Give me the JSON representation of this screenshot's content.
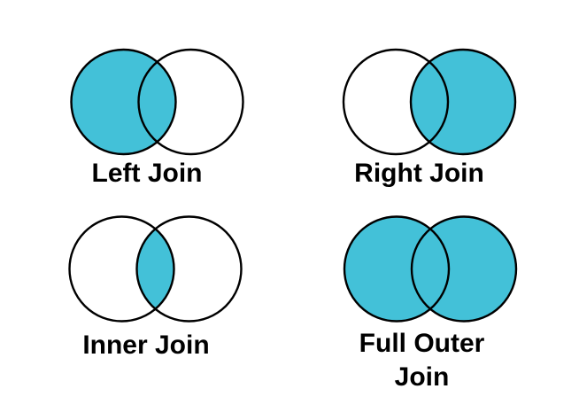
{
  "figure": {
    "background": "#ffffff",
    "text_color": "#000000"
  },
  "colors": {
    "highlight_fill": "#43C1D8",
    "empty_fill": "#ffffff",
    "circle_stroke": "#000000"
  },
  "diagrams": [
    {
      "id": "left-join",
      "label": "Left Join",
      "lines": [
        "Left Join"
      ],
      "regions": {
        "left_circle": true,
        "right_circle": false,
        "intersection": true
      }
    },
    {
      "id": "right-join",
      "label": "Right Join",
      "lines": [
        "Right Join"
      ],
      "regions": {
        "left_circle": false,
        "right_circle": true,
        "intersection": true
      }
    },
    {
      "id": "inner-join",
      "label": "Inner Join",
      "lines": [
        "Inner Join"
      ],
      "regions": {
        "left_circle": false,
        "right_circle": false,
        "intersection": true
      }
    },
    {
      "id": "full-outer-join",
      "label": "Full Outer Join",
      "lines": [
        "Full Outer",
        "Join"
      ],
      "regions": {
        "left_circle": true,
        "right_circle": true,
        "intersection": true
      }
    }
  ]
}
